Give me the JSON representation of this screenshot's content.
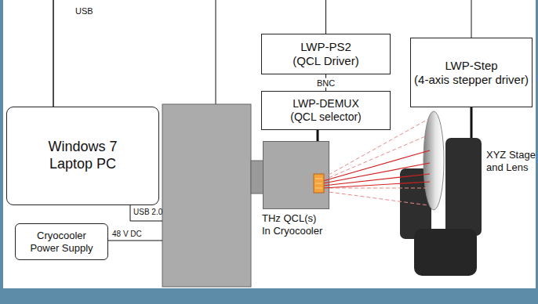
{
  "diagram": {
    "nodes": [
      {
        "text": [
          "LWP-PS2",
          "(QCL Driver)"
        ]
      },
      {
        "text": [
          "LWP-Step",
          "(4-axis stepper driver)"
        ]
      },
      {
        "text": [
          "LWP-DEMUX",
          "(QCL selector)"
        ]
      },
      {
        "text": [
          "Windows 7 Laptop PC"
        ]
      },
      {
        "text": [
          "THz QCL(s) In Cryocooler"
        ]
      },
      {
        "text": [
          "XYZ Stage and Lens"
        ]
      },
      {
        "text": [
          "Cryocooler Power Supply"
        ]
      }
    ],
    "edges": [
      {
        "from": 0,
        "to": 2,
        "label": "BNC",
        "arrow": "none"
      },
      {
        "from": 2,
        "to": 4,
        "arrow": "none"
      },
      {
        "from": 1,
        "to": 5,
        "arrow": "none"
      },
      {
        "from": 3,
        "to": 0,
        "arrow": "none"
      },
      {
        "from": 3,
        "to": 1,
        "arrow": "none"
      }
    ],
    "labels": [
      "USB",
      "USB 2.0",
      "48 V DC"
    ]
  }
}
